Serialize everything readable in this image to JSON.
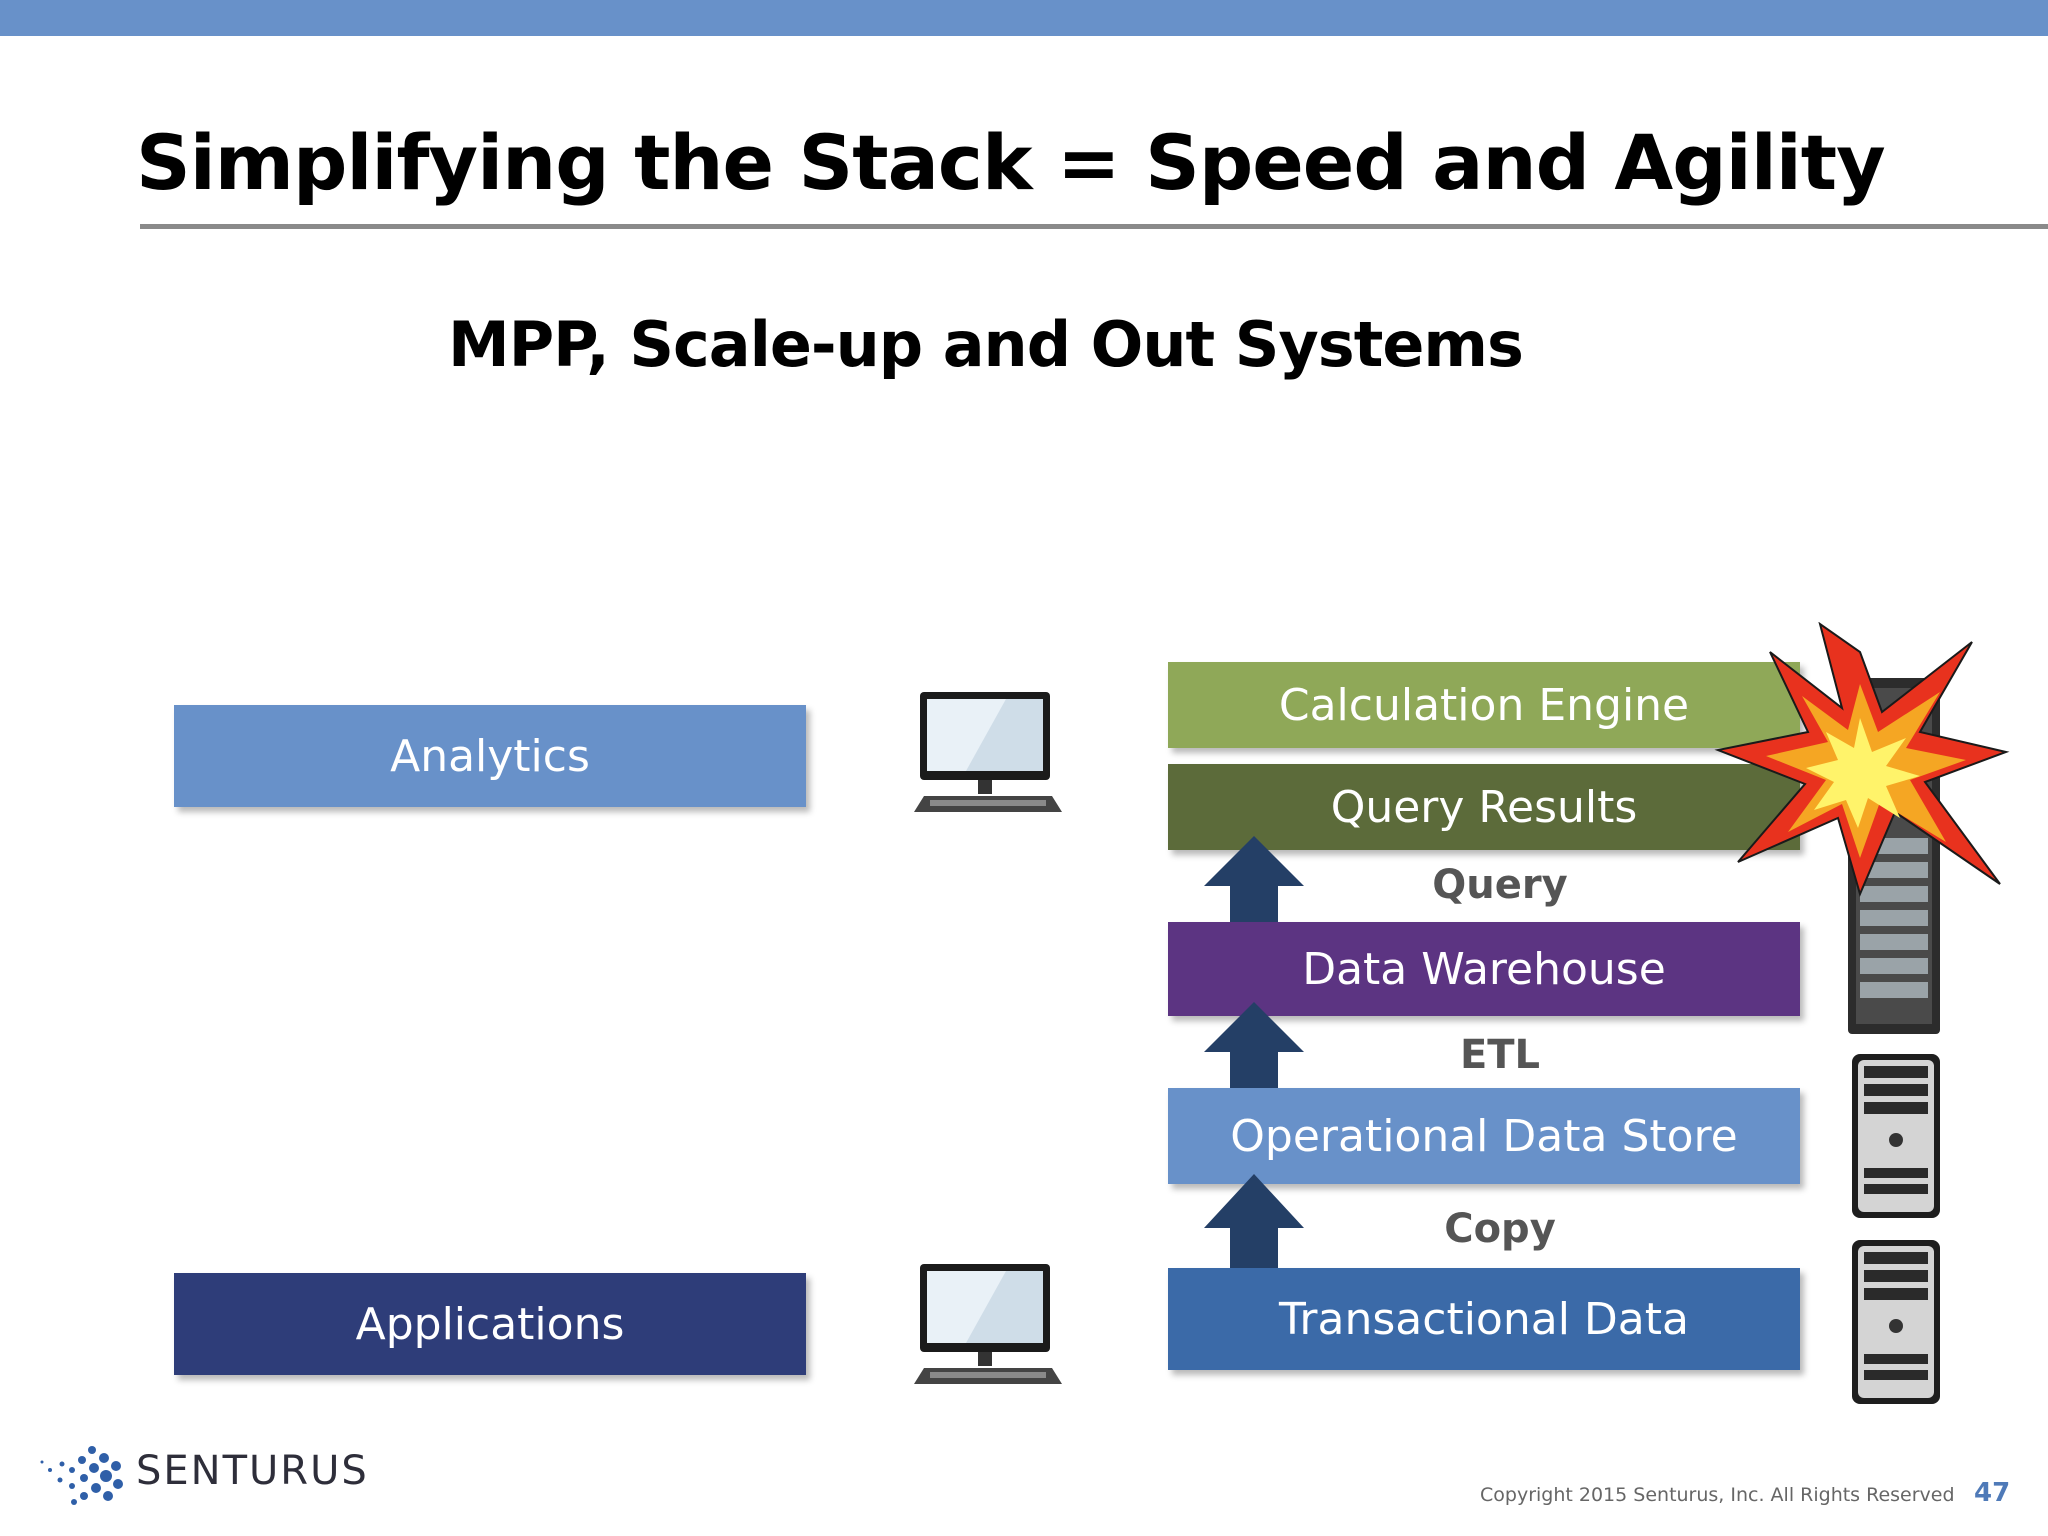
{
  "slide": {
    "title": "Simplifying the Stack = Speed and Agility",
    "subtitle": "MPP, Scale-up and Out Systems",
    "page_number": "47",
    "copyright": "Copyright 2015  Senturus, Inc.   All Rights Reserved"
  },
  "brand": {
    "logo_text": "SENTURUS",
    "accent": "#6891c9"
  },
  "left_boxes": [
    {
      "label": "Analytics",
      "color": "#6891c9"
    },
    {
      "label": "Applications",
      "color": "#2e3d79"
    }
  ],
  "stack": [
    {
      "label": "Calculation Engine",
      "color": "#8fa858"
    },
    {
      "label": "Query Results",
      "color": "#5c6b3a"
    },
    {
      "label": "Data Warehouse",
      "color": "#5c3482"
    },
    {
      "label": "Operational Data Store",
      "color": "#6891c9"
    },
    {
      "label": "Transactional Data",
      "color": "#3b6aa8"
    }
  ],
  "flow_labels": [
    "Query",
    "ETL",
    "Copy"
  ],
  "arrow_color": "#243f66",
  "icons": [
    "desktop-computer-icon",
    "server-rack-icon",
    "tower-server-icon",
    "explosion-icon",
    "globe-logo-icon"
  ]
}
